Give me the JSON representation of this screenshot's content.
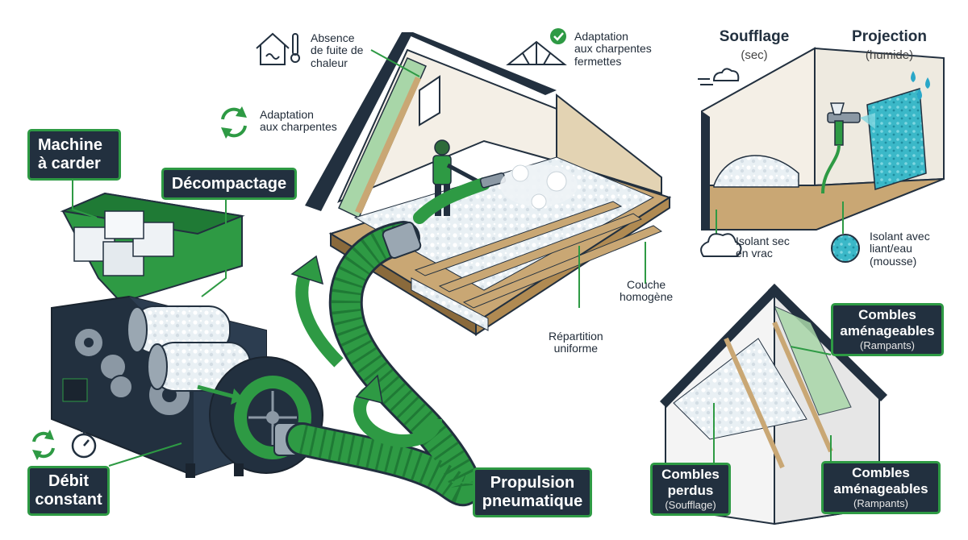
{
  "colors": {
    "green": "#2e9a44",
    "navy": "#22303f",
    "wood": "#c9a774",
    "insulation": "#e8eef2"
  },
  "labels": {
    "machine": [
      "Machine",
      "à carder"
    ],
    "decompactage": "Décompactage",
    "debit": [
      "Débit",
      "constant"
    ],
    "propulsion": [
      "Propulsion",
      "pneumatique"
    ],
    "absence": [
      "Absence",
      "de fuite de",
      "chaleur"
    ],
    "adaptation_charpentes": [
      "Adaptation",
      "aux charpentes"
    ],
    "adaptation_fermettes": [
      "Adaptation",
      "aux charpentes",
      "fermettes"
    ],
    "couche": [
      "Couche",
      "homogène"
    ],
    "repartition": [
      "Répartition",
      "uniforme"
    ],
    "soufflage_title": "Soufflage",
    "soufflage_sub": "(sec)",
    "projection_title": "Projection",
    "projection_sub": "(humide)",
    "isolant_sec": [
      "Isolant sec",
      "en vrac"
    ],
    "isolant_liant": [
      "Isolant avec",
      "liant/eau",
      "(mousse)"
    ],
    "combles_amenageables_top": {
      "title": [
        "Combles",
        "aménageables"
      ],
      "sub": "(Rampants)"
    },
    "combles_perdus": {
      "title": [
        "Combles",
        "perdus"
      ],
      "sub": "(Soufflage)"
    },
    "combles_amenageables_bottom": {
      "title": [
        "Combles",
        "aménageables"
      ],
      "sub": "(Rampants)"
    }
  },
  "icons": [
    "house-thermometer-icon",
    "recycle-arrows-icon",
    "check-circle-icon",
    "truss-icon",
    "stopwatch-icon",
    "wind-cloud-icon",
    "water-drops-icon",
    "spray-gun-icon",
    "foam-texture-icon",
    "fluffy-cloud-icon"
  ]
}
